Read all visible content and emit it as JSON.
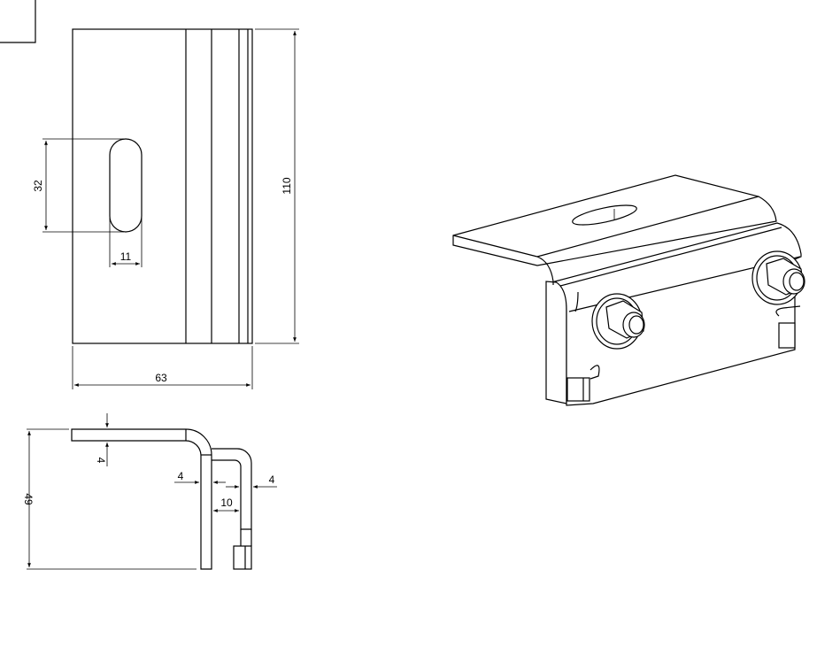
{
  "drawing": {
    "top_view": {
      "slot_length": "32",
      "slot_width": "11",
      "height": "110",
      "width": "63"
    },
    "side_view": {
      "total_height": "49",
      "top_thickness": "4",
      "leg_thickness": "4",
      "gap": "10",
      "clamp_thickness": "4"
    }
  }
}
